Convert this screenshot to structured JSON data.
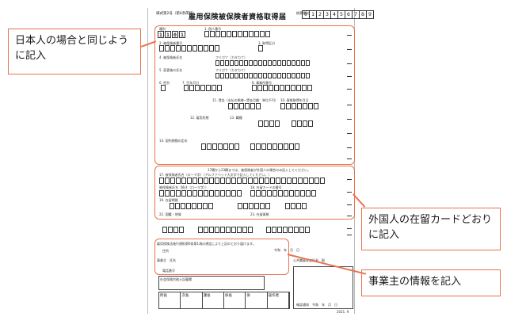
{
  "form": {
    "form_code": "様式第2号（第6条関係）",
    "title": "雇用保険被保険者資格取得届",
    "form_number_label": "帳票種別",
    "form_number": "0123456789",
    "type_label": "種別",
    "type_value": "1101",
    "personal_number_label": "1. 個人番号",
    "insured_number_label": "2. 被保険者番号",
    "acquisition_reason_label": "3. 取得区分",
    "name_label": "4. 被保険者氏名",
    "furigana_label": "フリガナ（カタカナ）",
    "changed_name_label": "5. 変更後の氏名",
    "sex_label": "6. 性別",
    "birthdate_label": "7. 生年月日",
    "office_number_label": "8. 事業所番号",
    "acquisition_date_label": "10. 資格取得年月日",
    "employment_form_label": "12. 雇用形態",
    "occupation_label": "13. 職種",
    "wage_label": "11. 賃金（支払の態様−賃金月額：単位千円）",
    "contract_label": "14. 契約期間の定め",
    "foreigner_header": "17欄から23欄までは、被保険者が外国人の場合のみ記入してください。",
    "foreigner_name_label": "17. 被保険者氏名（ローマ字）（アルファベット大文字で記入してください。）",
    "middle_name_label": "被保険者氏名〔続き（ローマ字）〕",
    "residence_card_label": "18. 在留カードの番号",
    "period_of_stay_label": "19. 在留期間",
    "nationality_label": "22. 国籍・地域",
    "status_label": "23. 在留資格",
    "employer_label": "事業主",
    "employer_address_label": "住所",
    "employer_name_label": "氏名",
    "employer_phone_label": "電話番号",
    "declaration_text": "雇用保険法施行規則第6条第1項の規定により上記のとおり届けます。",
    "date_label": "令和　年　月　日",
    "office_label": "公共職業安定所長　殿",
    "labor_agent_label": "社会保険労務士記載欄",
    "bottom_cells": [
      "所長",
      "次長",
      "課長",
      "係長",
      "係",
      "操作者"
    ],
    "notice_label": "確認通知　令和　年　月　日",
    "page_footer": "2021. 9"
  },
  "annotations": {
    "japanese": "日本人の場合と同じように記入",
    "foreigner": "外国人の在留カードどおりに記入",
    "employer": "事業主の情報を記入"
  },
  "colors": {
    "accent": "#e8734e"
  }
}
